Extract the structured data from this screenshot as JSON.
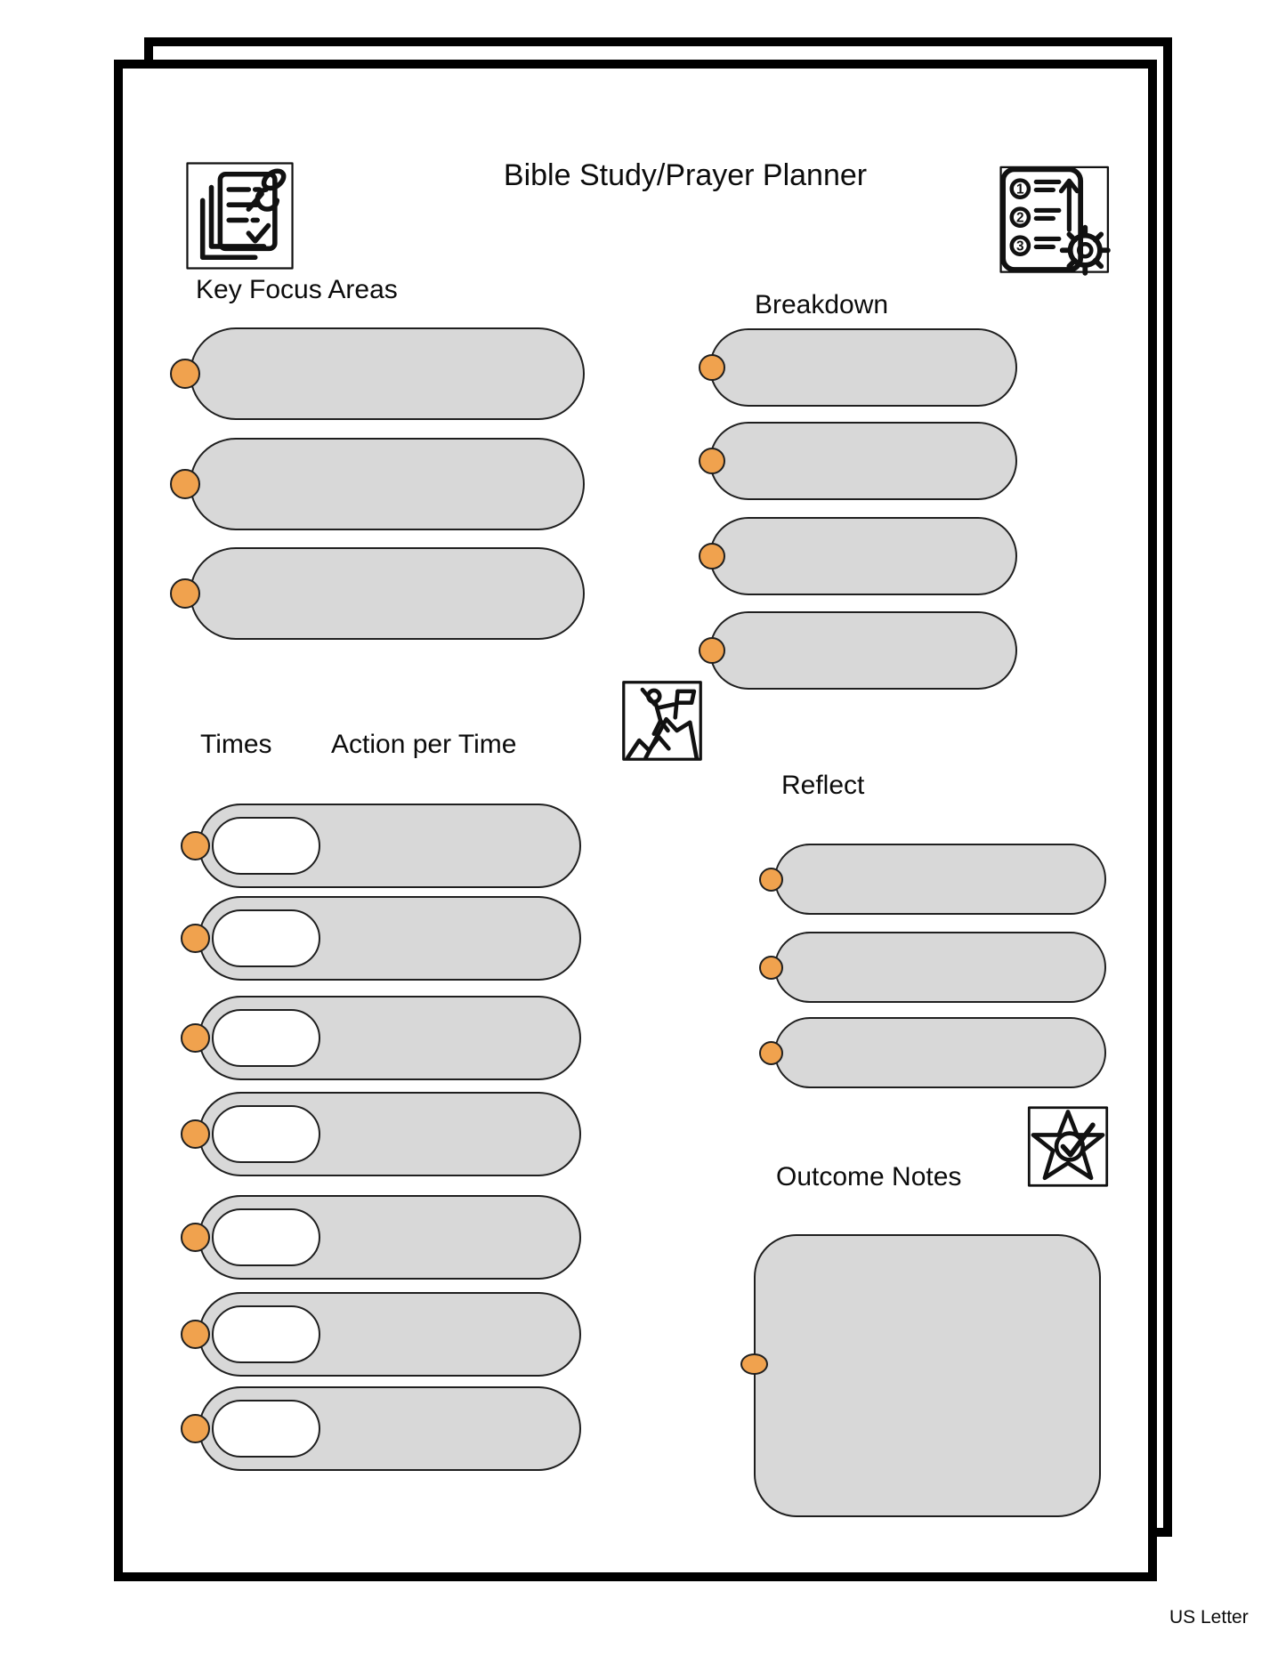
{
  "page": {
    "title": "Bible Study/Prayer Planner",
    "footer": "US Letter"
  },
  "sections": {
    "key_focus": {
      "label": "Key Focus Areas",
      "lines": 3
    },
    "breakdown": {
      "label": "Breakdown",
      "lines": 4
    },
    "times": {
      "label": "Times",
      "action_label": "Action per Time",
      "rows": 7
    },
    "reflect": {
      "label": "Reflect",
      "lines": 3
    },
    "outcome": {
      "label": "Outcome Notes",
      "boxes": 1
    }
  },
  "icons": {
    "top_left": "pinned-notes-icon",
    "top_right": "numbered-list-gear-icon",
    "middle": "mountain-climber-flag-icon",
    "lower_right": "star-checkmark-icon"
  },
  "colors": {
    "accent_orange": "#f0a24e",
    "field_gray": "#d8d8d8",
    "outline_black": "#1f1f1f",
    "page_border": "#000000"
  }
}
